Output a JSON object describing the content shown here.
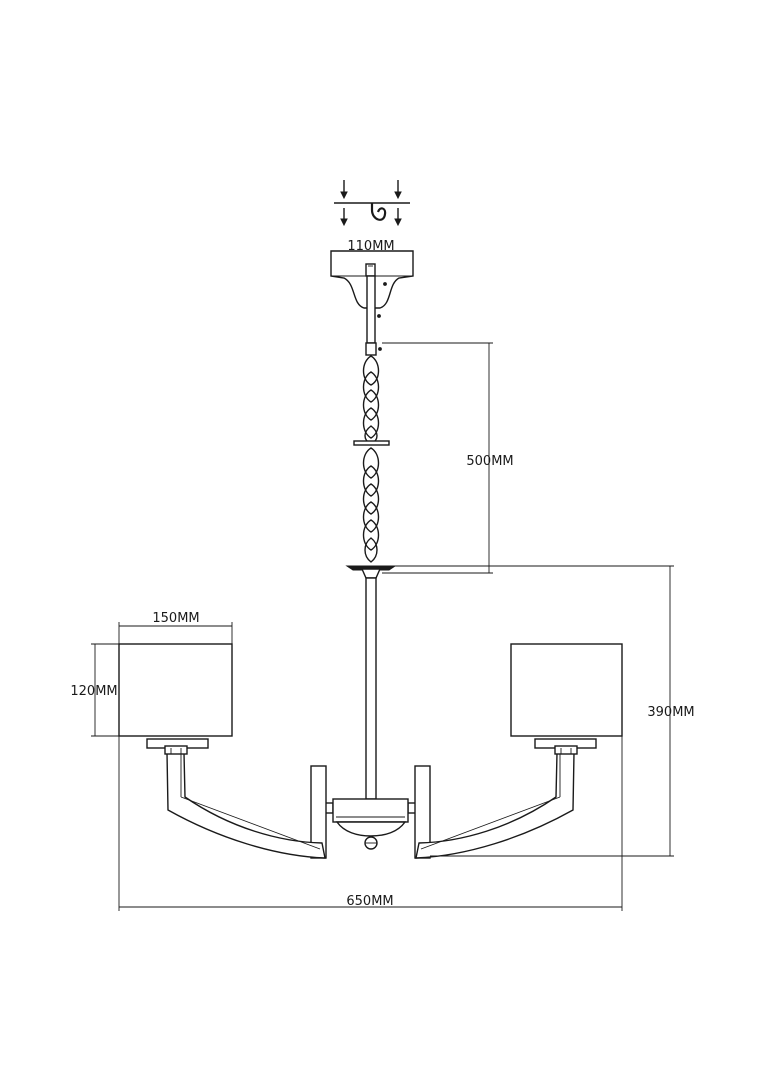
{
  "dimensions": {
    "canopy_width": "110MM",
    "chain_length": "500MM",
    "shade_width": "150MM",
    "shade_height": "120MM",
    "body_height": "390MM",
    "overall_width": "650MM"
  },
  "colors": {
    "line": "#1a1a1a",
    "background": "#ffffff"
  }
}
